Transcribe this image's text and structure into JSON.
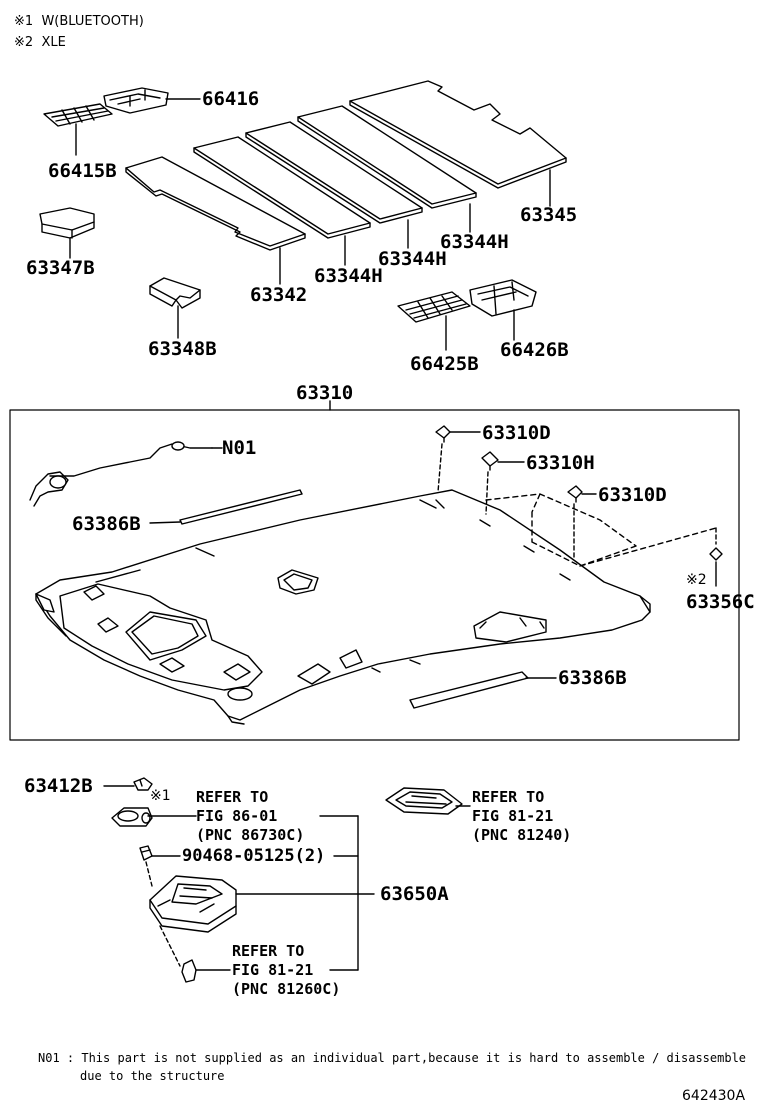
{
  "legend": [
    {
      "mark": "※1",
      "text": "W(BLUETOOTH)"
    },
    {
      "mark": "※2",
      "text": "XLE"
    }
  ],
  "parts": {
    "p66416": "66416",
    "p66415B": "66415B",
    "p63345": "63345",
    "p63344H_a": "63344H",
    "p63344H_b": "63344H",
    "p63344H_c": "63344H",
    "p63342": "63342",
    "p63347B": "63347B",
    "p63348B": "63348B",
    "p66425B": "66425B",
    "p66426B": "66426B",
    "p63310": "63310",
    "pN01": "N01",
    "p63310D_a": "63310D",
    "p63310H": "63310H",
    "p63310D_b": "63310D",
    "p63386B_a": "63386B",
    "p63356C": "63356C",
    "p63386B_b": "63386B",
    "p63412B": "63412B",
    "p90468": "90468-05125(2)",
    "p63650A": "63650A"
  },
  "marks": {
    "m63356C": "※2",
    "m63412B": "※1"
  },
  "refs": {
    "ref1": {
      "line1": "REFER TO",
      "line2": "FIG 86-01",
      "line3": "(PNC 86730C)"
    },
    "ref2": {
      "line1": "REFER TO",
      "line2": "FIG 81-21",
      "line3": "(PNC 81240)"
    },
    "ref3": {
      "line1": "REFER TO",
      "line2": "FIG 81-21",
      "line3": "(PNC 81260C)"
    }
  },
  "footnote": {
    "line1": "N01 : This part is not supplied as an individual part,because it is hard to assemble / disassemble",
    "line2": "due to the structure"
  },
  "diagram_code": "642430A"
}
